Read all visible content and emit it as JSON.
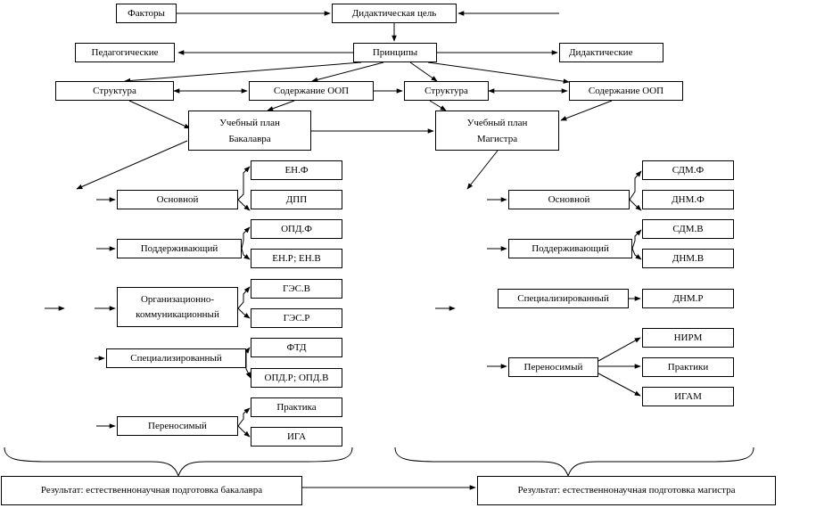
{
  "top": {
    "factors": "Факторы",
    "didactic_goal": "Дидактическая цель",
    "pedagogical": "Педагогические",
    "principles": "Принципы",
    "didactic": "Дидактические"
  },
  "bachelor": {
    "structure": "Структура",
    "content": "Содержание ООП",
    "plan_line1": "Учебный план",
    "plan_line2": "Бакалавра",
    "blocks": {
      "basic": "Основной",
      "supporting": "Поддерживающий",
      "org_line1": "Организационно-",
      "org_line2": "коммуникационный",
      "specialized": "Специализированный",
      "transferable": "Переносимый"
    },
    "subs": {
      "en_f": "ЕН.Ф",
      "dpp": "ДПП",
      "opd_f": "ОПД.Ф",
      "en_r_en_v": "ЕН.Р; ЕН.В",
      "ges_v": "ГЭС.В",
      "ges_r": "ГЭС.Р",
      "ftd": "ФТД",
      "opd_r_opd_v": "ОПД.Р; ОПД.В",
      "practice": "Практика",
      "iga": "ИГА"
    },
    "result": "Результат: естественнонаучная подготовка бакалавра"
  },
  "master": {
    "structure": "Структура",
    "content": "Содержание ООП",
    "plan_line1": "Учебный план",
    "plan_line2": "Магистра",
    "blocks": {
      "basic": "Основной",
      "supporting": "Поддерживающий",
      "specialized": "Специализированный",
      "transferable": "Переносимый"
    },
    "subs": {
      "sdm_f": "СДМ.Ф",
      "dnm_f": "ДНМ.Ф",
      "sdm_v": "СДМ.В",
      "dnm_v": "ДНМ.В",
      "dnm_r": "ДНМ.Р",
      "nirm": "НИРМ",
      "practices": "Практики",
      "igam": "ИГАМ"
    },
    "result": "Результат: естественнонаучная подготовка магистра"
  }
}
